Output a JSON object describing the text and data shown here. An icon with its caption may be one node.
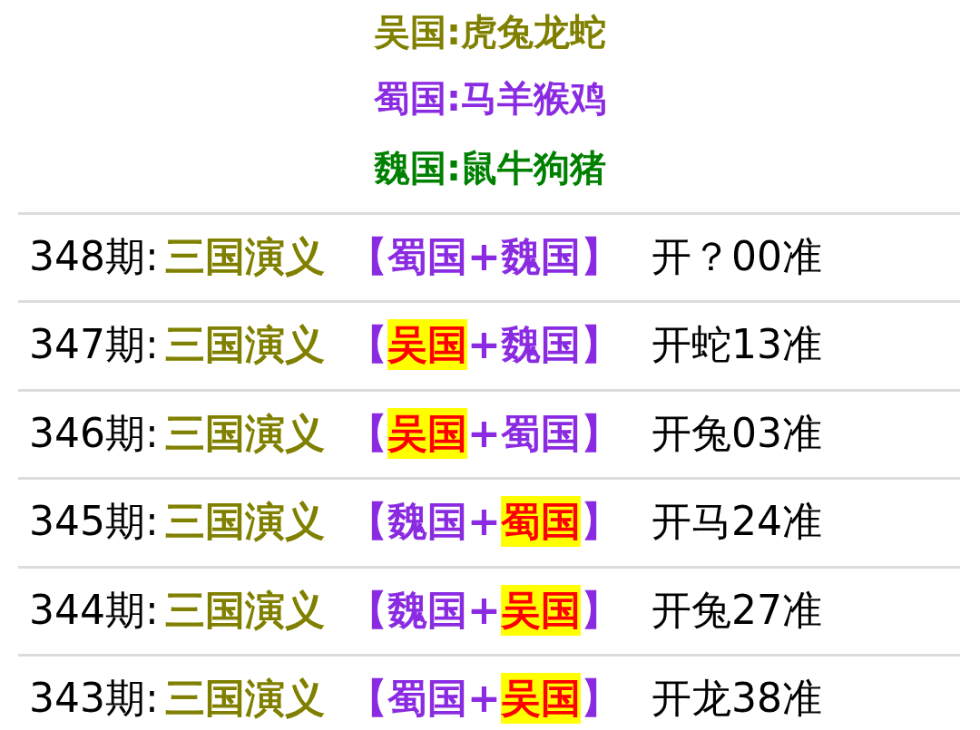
{
  "diagram": {
    "labels": [
      "吴国:虎兔龙蛇",
      "蜀国:马羊猴鸡",
      "魏国:鼠牛狗猪",
      "348期:",
      "三国演义",
      "【",
      "蜀国",
      "+",
      "魏国",
      "】",
      "开？00准",
      "347期:",
      "三国演义",
      "【",
      "吴国",
      "+",
      "魏国",
      "】",
      "开蛇13准",
      "346期:",
      "三国演义",
      "【",
      "吴国",
      "+",
      "蜀国",
      "】",
      "开兔03准",
      "345期:",
      "三国演义",
      "【",
      "魏国",
      "+",
      "蜀国",
      "】",
      "开马24准",
      "344期:",
      "三国演义",
      "【",
      "魏国",
      "+",
      "吴国",
      "】",
      "开兔27准",
      "343期:",
      "三国演义",
      "【",
      "蜀国",
      "+",
      "吴国",
      "】",
      "开龙38准"
    ]
  }
}
